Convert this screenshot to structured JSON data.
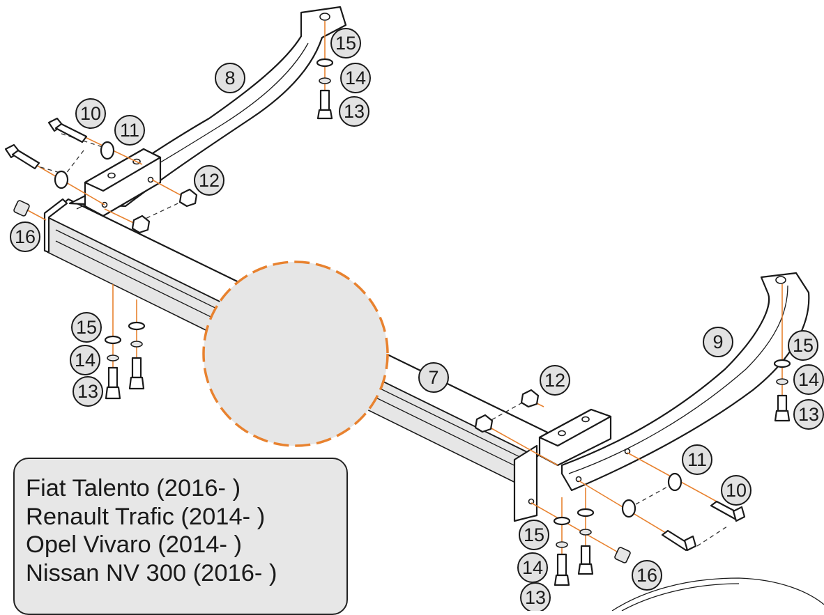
{
  "callouts": [
    {
      "id": "c8",
      "number": "8"
    },
    {
      "id": "c15a",
      "number": "15"
    },
    {
      "id": "c14a",
      "number": "14"
    },
    {
      "id": "c13a",
      "number": "13"
    },
    {
      "id": "c10a",
      "number": "10"
    },
    {
      "id": "c11a",
      "number": "11"
    },
    {
      "id": "c12a",
      "number": "12"
    },
    {
      "id": "c16a",
      "number": "16"
    },
    {
      "id": "c15b",
      "number": "15"
    },
    {
      "id": "c14b",
      "number": "14"
    },
    {
      "id": "c13b",
      "number": "13"
    },
    {
      "id": "c9",
      "number": "9"
    },
    {
      "id": "c15c",
      "number": "15"
    },
    {
      "id": "c14c",
      "number": "14"
    },
    {
      "id": "c13c",
      "number": "13"
    },
    {
      "id": "c7",
      "number": "7"
    },
    {
      "id": "c12b",
      "number": "12"
    },
    {
      "id": "c11b",
      "number": "11"
    },
    {
      "id": "c10b",
      "number": "10"
    },
    {
      "id": "c15d",
      "number": "15"
    },
    {
      "id": "c14d",
      "number": "14"
    },
    {
      "id": "c16b",
      "number": "16"
    },
    {
      "id": "c13d",
      "number": "13"
    }
  ],
  "vehicles": [
    "Fiat Talento (2016- )",
    "Renault Trafic (2014- )",
    "Opel Vivaro (2014- )",
    "Nissan NV 300 (2016- )"
  ],
  "colors": {
    "assembly_line": "#e8822f",
    "callout_fill": "#e2e2e2",
    "detail_circle": "#e8822f"
  }
}
